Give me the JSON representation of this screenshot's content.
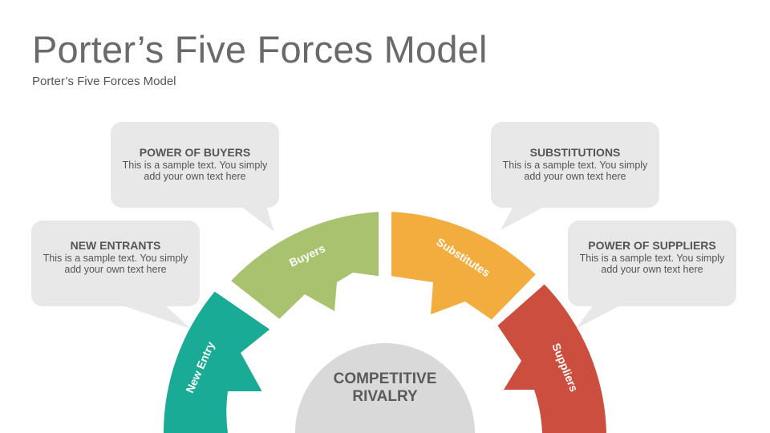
{
  "header": {
    "title": "Porter’s Five Forces Model",
    "subtitle": "Porter’s Five Forces Model"
  },
  "colors": {
    "new_entry": "#1aab96",
    "buyers": "#a8c26f",
    "substitutes": "#f3ad3f",
    "suppliers": "#cc4e3e",
    "bubble": "#e8e8e8",
    "center": "#d9d9d9"
  },
  "bubbles": {
    "new_entrants": {
      "heading": "NEW ENTRANTS",
      "text": "This is a sample text. You simply add your own text here"
    },
    "buyers": {
      "heading": "POWER OF BUYERS",
      "text": "This is a sample text. You simply add your own text here"
    },
    "substitutions": {
      "heading": "SUBSTITUTIONS",
      "text": "This is a sample text. You simply add your own text here"
    },
    "suppliers": {
      "heading": "POWER OF SUPPLIERS",
      "text": "This is a sample text. You simply add your own text here"
    }
  },
  "segments": {
    "new_entry": "New Entry",
    "buyers": "Buyers",
    "substitutes": "Substitutes",
    "suppliers": "Suppliers"
  },
  "center": {
    "line1": "COMPETITIVE",
    "line2": "RIVALRY"
  }
}
